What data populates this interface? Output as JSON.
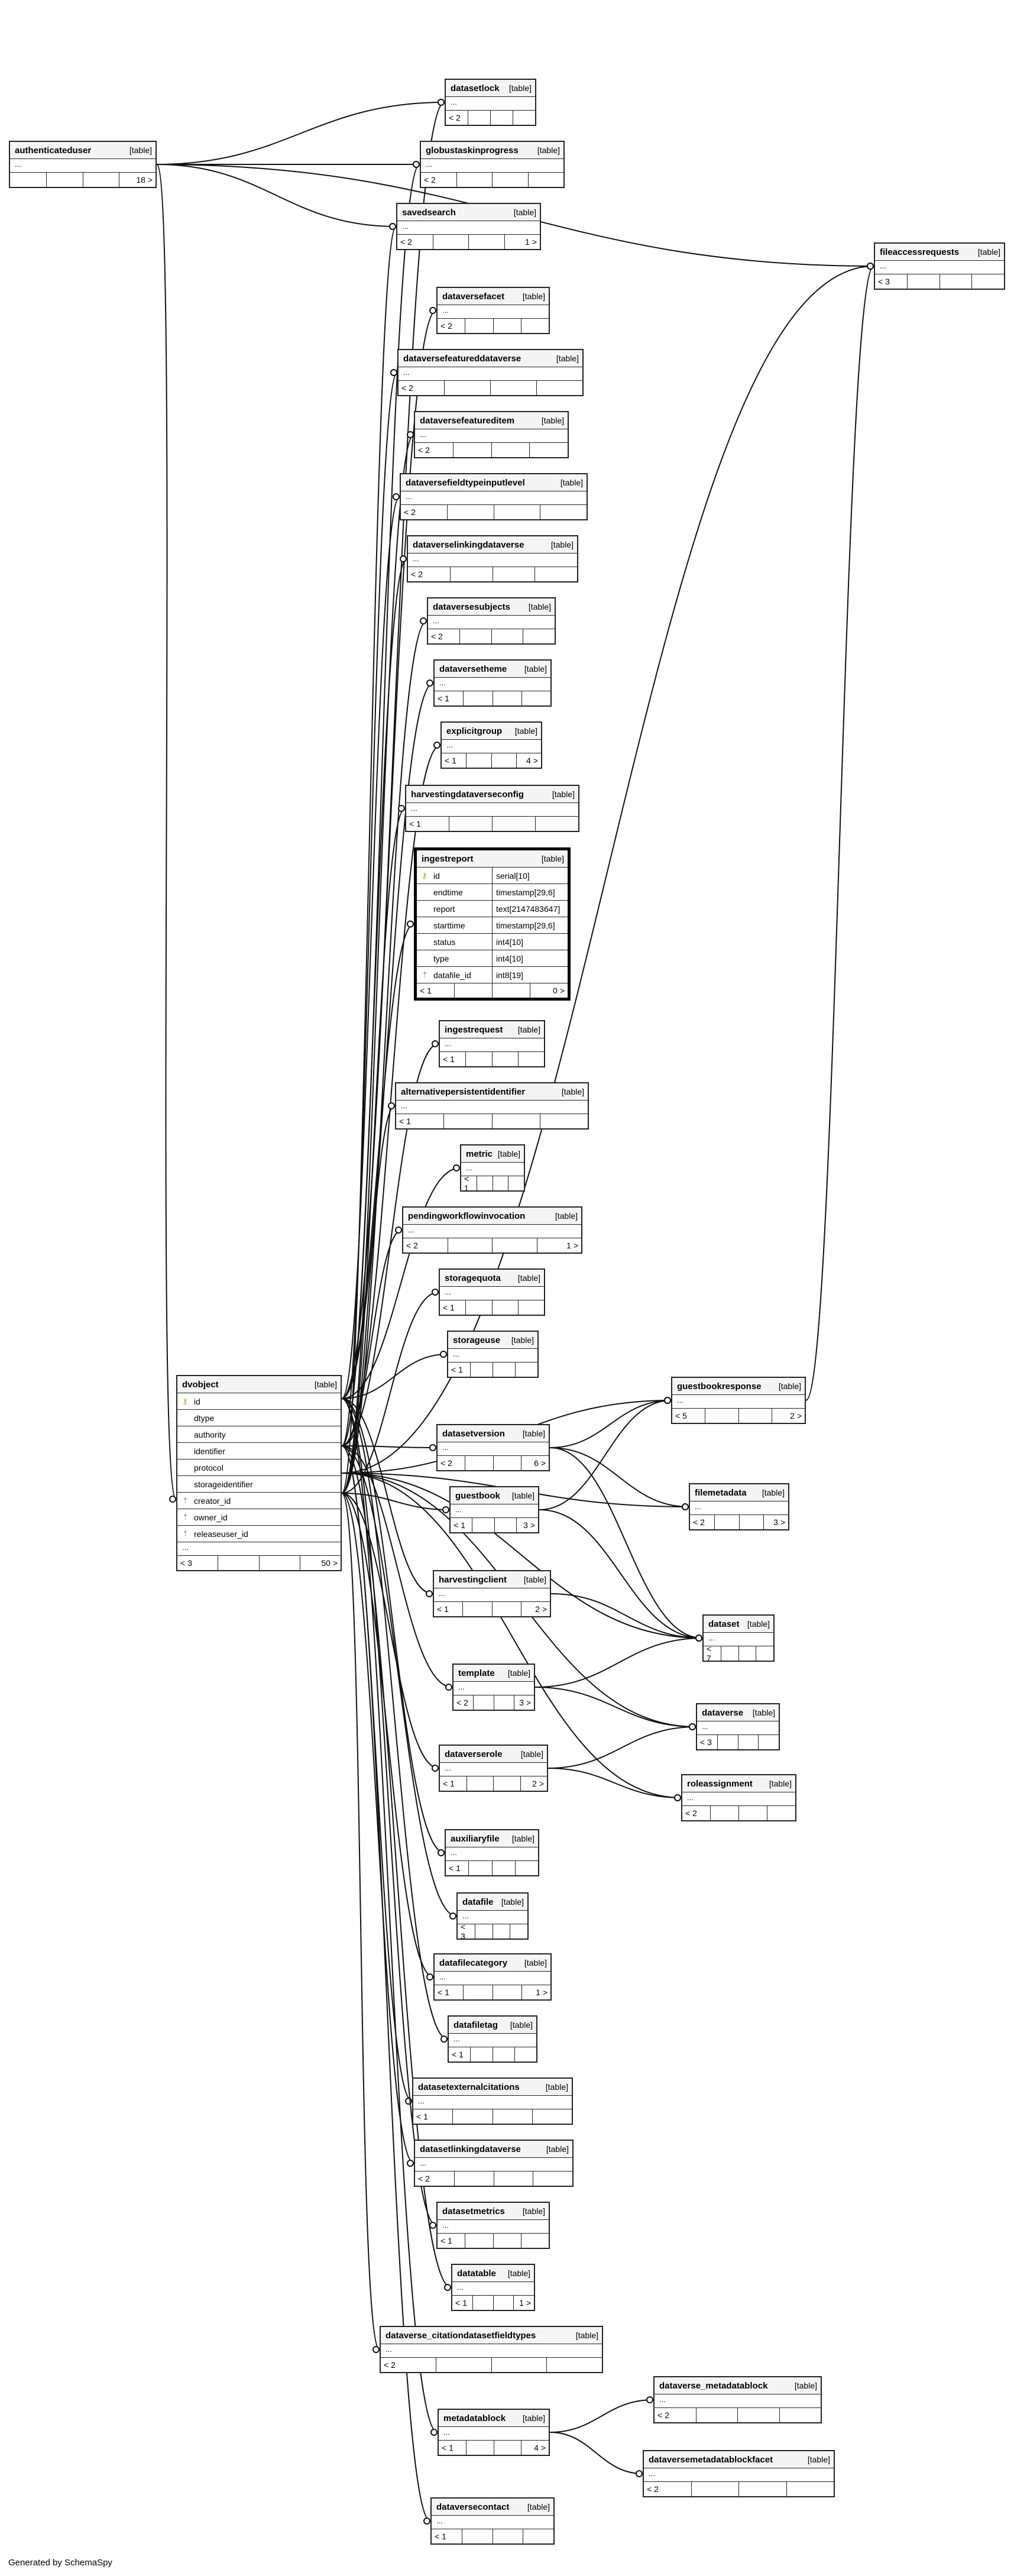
{
  "footer": "Generated by SchemaSpy",
  "type_label": "[table]",
  "ellipsis": "...",
  "tables": {
    "authenticateduser": {
      "name": "authenticateduser",
      "parents": "",
      "children": "18 >"
    },
    "datasetlock": {
      "name": "datasetlock",
      "parents": "< 2",
      "children": ""
    },
    "globustaskinprogress": {
      "name": "globustaskinprogress",
      "parents": "< 2",
      "children": ""
    },
    "savedsearch": {
      "name": "savedsearch",
      "parents": "< 2",
      "children": "1 >"
    },
    "fileaccessrequests": {
      "name": "fileaccessrequests",
      "parents": "< 3",
      "children": ""
    },
    "dataversefacet": {
      "name": "dataversefacet",
      "parents": "< 2",
      "children": ""
    },
    "dataversefeatureddataverse": {
      "name": "dataversefeatureddataverse",
      "parents": "< 2",
      "children": ""
    },
    "dataversefeatureditem": {
      "name": "dataversefeatureditem",
      "parents": "< 2",
      "children": ""
    },
    "dataversefieldtypeinputlevel": {
      "name": "dataversefieldtypeinputlevel",
      "parents": "< 2",
      "children": ""
    },
    "dataverselinkingdataverse": {
      "name": "dataverselinkingdataverse",
      "parents": "< 2",
      "children": ""
    },
    "dataversesubjects": {
      "name": "dataversesubjects",
      "parents": "< 2",
      "children": ""
    },
    "dataversetheme": {
      "name": "dataversetheme",
      "parents": "< 1",
      "children": ""
    },
    "explicitgroup": {
      "name": "explicitgroup",
      "parents": "< 1",
      "children": "4 >"
    },
    "harvestingdataverseconfig": {
      "name": "harvestingdataverseconfig",
      "parents": "< 1",
      "children": ""
    },
    "ingestreport": {
      "name": "ingestreport",
      "parents": "< 1",
      "children": "0 >",
      "fields": [
        {
          "name": "id",
          "type": "serial[10]",
          "key": "pk"
        },
        {
          "name": "endtime",
          "type": "timestamp[29,6]",
          "key": ""
        },
        {
          "name": "report",
          "type": "text[2147483647]",
          "key": ""
        },
        {
          "name": "starttime",
          "type": "timestamp[29,6]",
          "key": ""
        },
        {
          "name": "status",
          "type": "int4[10]",
          "key": ""
        },
        {
          "name": "type",
          "type": "int4[10]",
          "key": ""
        },
        {
          "name": "datafile_id",
          "type": "int8[19]",
          "key": "fk"
        }
      ]
    },
    "ingestrequest": {
      "name": "ingestrequest",
      "parents": "< 1",
      "children": ""
    },
    "alternativepersistentidentifier": {
      "name": "alternativepersistentidentifier",
      "parents": "< 1",
      "children": ""
    },
    "metric": {
      "name": "metric",
      "parents": "< 1",
      "children": ""
    },
    "pendingworkflowinvocation": {
      "name": "pendingworkflowinvocation",
      "parents": "< 2",
      "children": "1 >"
    },
    "storagequota": {
      "name": "storagequota",
      "parents": "< 1",
      "children": ""
    },
    "storageuse": {
      "name": "storageuse",
      "parents": "< 1",
      "children": ""
    },
    "dvobject": {
      "name": "dvobject",
      "parents": "< 3",
      "children": "50 >",
      "fields": [
        {
          "name": "id",
          "key": "pk"
        },
        {
          "name": "dtype",
          "key": ""
        },
        {
          "name": "authority",
          "key": ""
        },
        {
          "name": "identifier",
          "key": ""
        },
        {
          "name": "protocol",
          "key": ""
        },
        {
          "name": "storageidentifier",
          "key": ""
        },
        {
          "name": "creator_id",
          "key": "fk"
        },
        {
          "name": "owner_id",
          "key": "fk"
        },
        {
          "name": "releaseuser_id",
          "key": "fk"
        }
      ]
    },
    "guestbookresponse": {
      "name": "guestbookresponse",
      "parents": "< 5",
      "children": "2 >"
    },
    "datasetversion": {
      "name": "datasetversion",
      "parents": "< 2",
      "children": "6 >"
    },
    "guestbook": {
      "name": "guestbook",
      "parents": "< 1",
      "children": "3 >"
    },
    "filemetadata": {
      "name": "filemetadata",
      "parents": "< 2",
      "children": "3 >"
    },
    "harvestingclient": {
      "name": "harvestingclient",
      "parents": "< 1",
      "children": "2 >"
    },
    "dataset": {
      "name": "dataset",
      "parents": "< 7",
      "children": ""
    },
    "template": {
      "name": "template",
      "parents": "< 2",
      "children": "3 >"
    },
    "dataverse": {
      "name": "dataverse",
      "parents": "< 3",
      "children": ""
    },
    "dataverserole": {
      "name": "dataverserole",
      "parents": "< 1",
      "children": "2 >"
    },
    "roleassignment": {
      "name": "roleassignment",
      "parents": "< 2",
      "children": ""
    },
    "auxiliaryfile": {
      "name": "auxiliaryfile",
      "parents": "< 1",
      "children": ""
    },
    "datafile": {
      "name": "datafile",
      "parents": "< 3",
      "children": ""
    },
    "datafilecategory": {
      "name": "datafilecategory",
      "parents": "< 1",
      "children": "1 >"
    },
    "datafiletag": {
      "name": "datafiletag",
      "parents": "< 1",
      "children": ""
    },
    "datasetexternalcitations": {
      "name": "datasetexternalcitations",
      "parents": "< 1",
      "children": ""
    },
    "datasetlinkingdataverse": {
      "name": "datasetlinkingdataverse",
      "parents": "< 2",
      "children": ""
    },
    "datasetmetrics": {
      "name": "datasetmetrics",
      "parents": "< 1",
      "children": ""
    },
    "datatable": {
      "name": "datatable",
      "parents": "< 1",
      "children": "1 >"
    },
    "dataverse_citationdatasetfieldtypes": {
      "name": "dataverse_citationdatasetfieldtypes",
      "parents": "< 2",
      "children": ""
    },
    "dataverse_metadatablock": {
      "name": "dataverse_metadatablock",
      "parents": "< 2",
      "children": ""
    },
    "metadatablock": {
      "name": "metadatablock",
      "parents": "< 1",
      "children": "4 >"
    },
    "dataversemetadatablockfacet": {
      "name": "dataversemetadatablockfacet",
      "parents": "< 2",
      "children": ""
    },
    "dataversecontact": {
      "name": "dataversecontact",
      "parents": "< 1",
      "children": ""
    }
  }
}
